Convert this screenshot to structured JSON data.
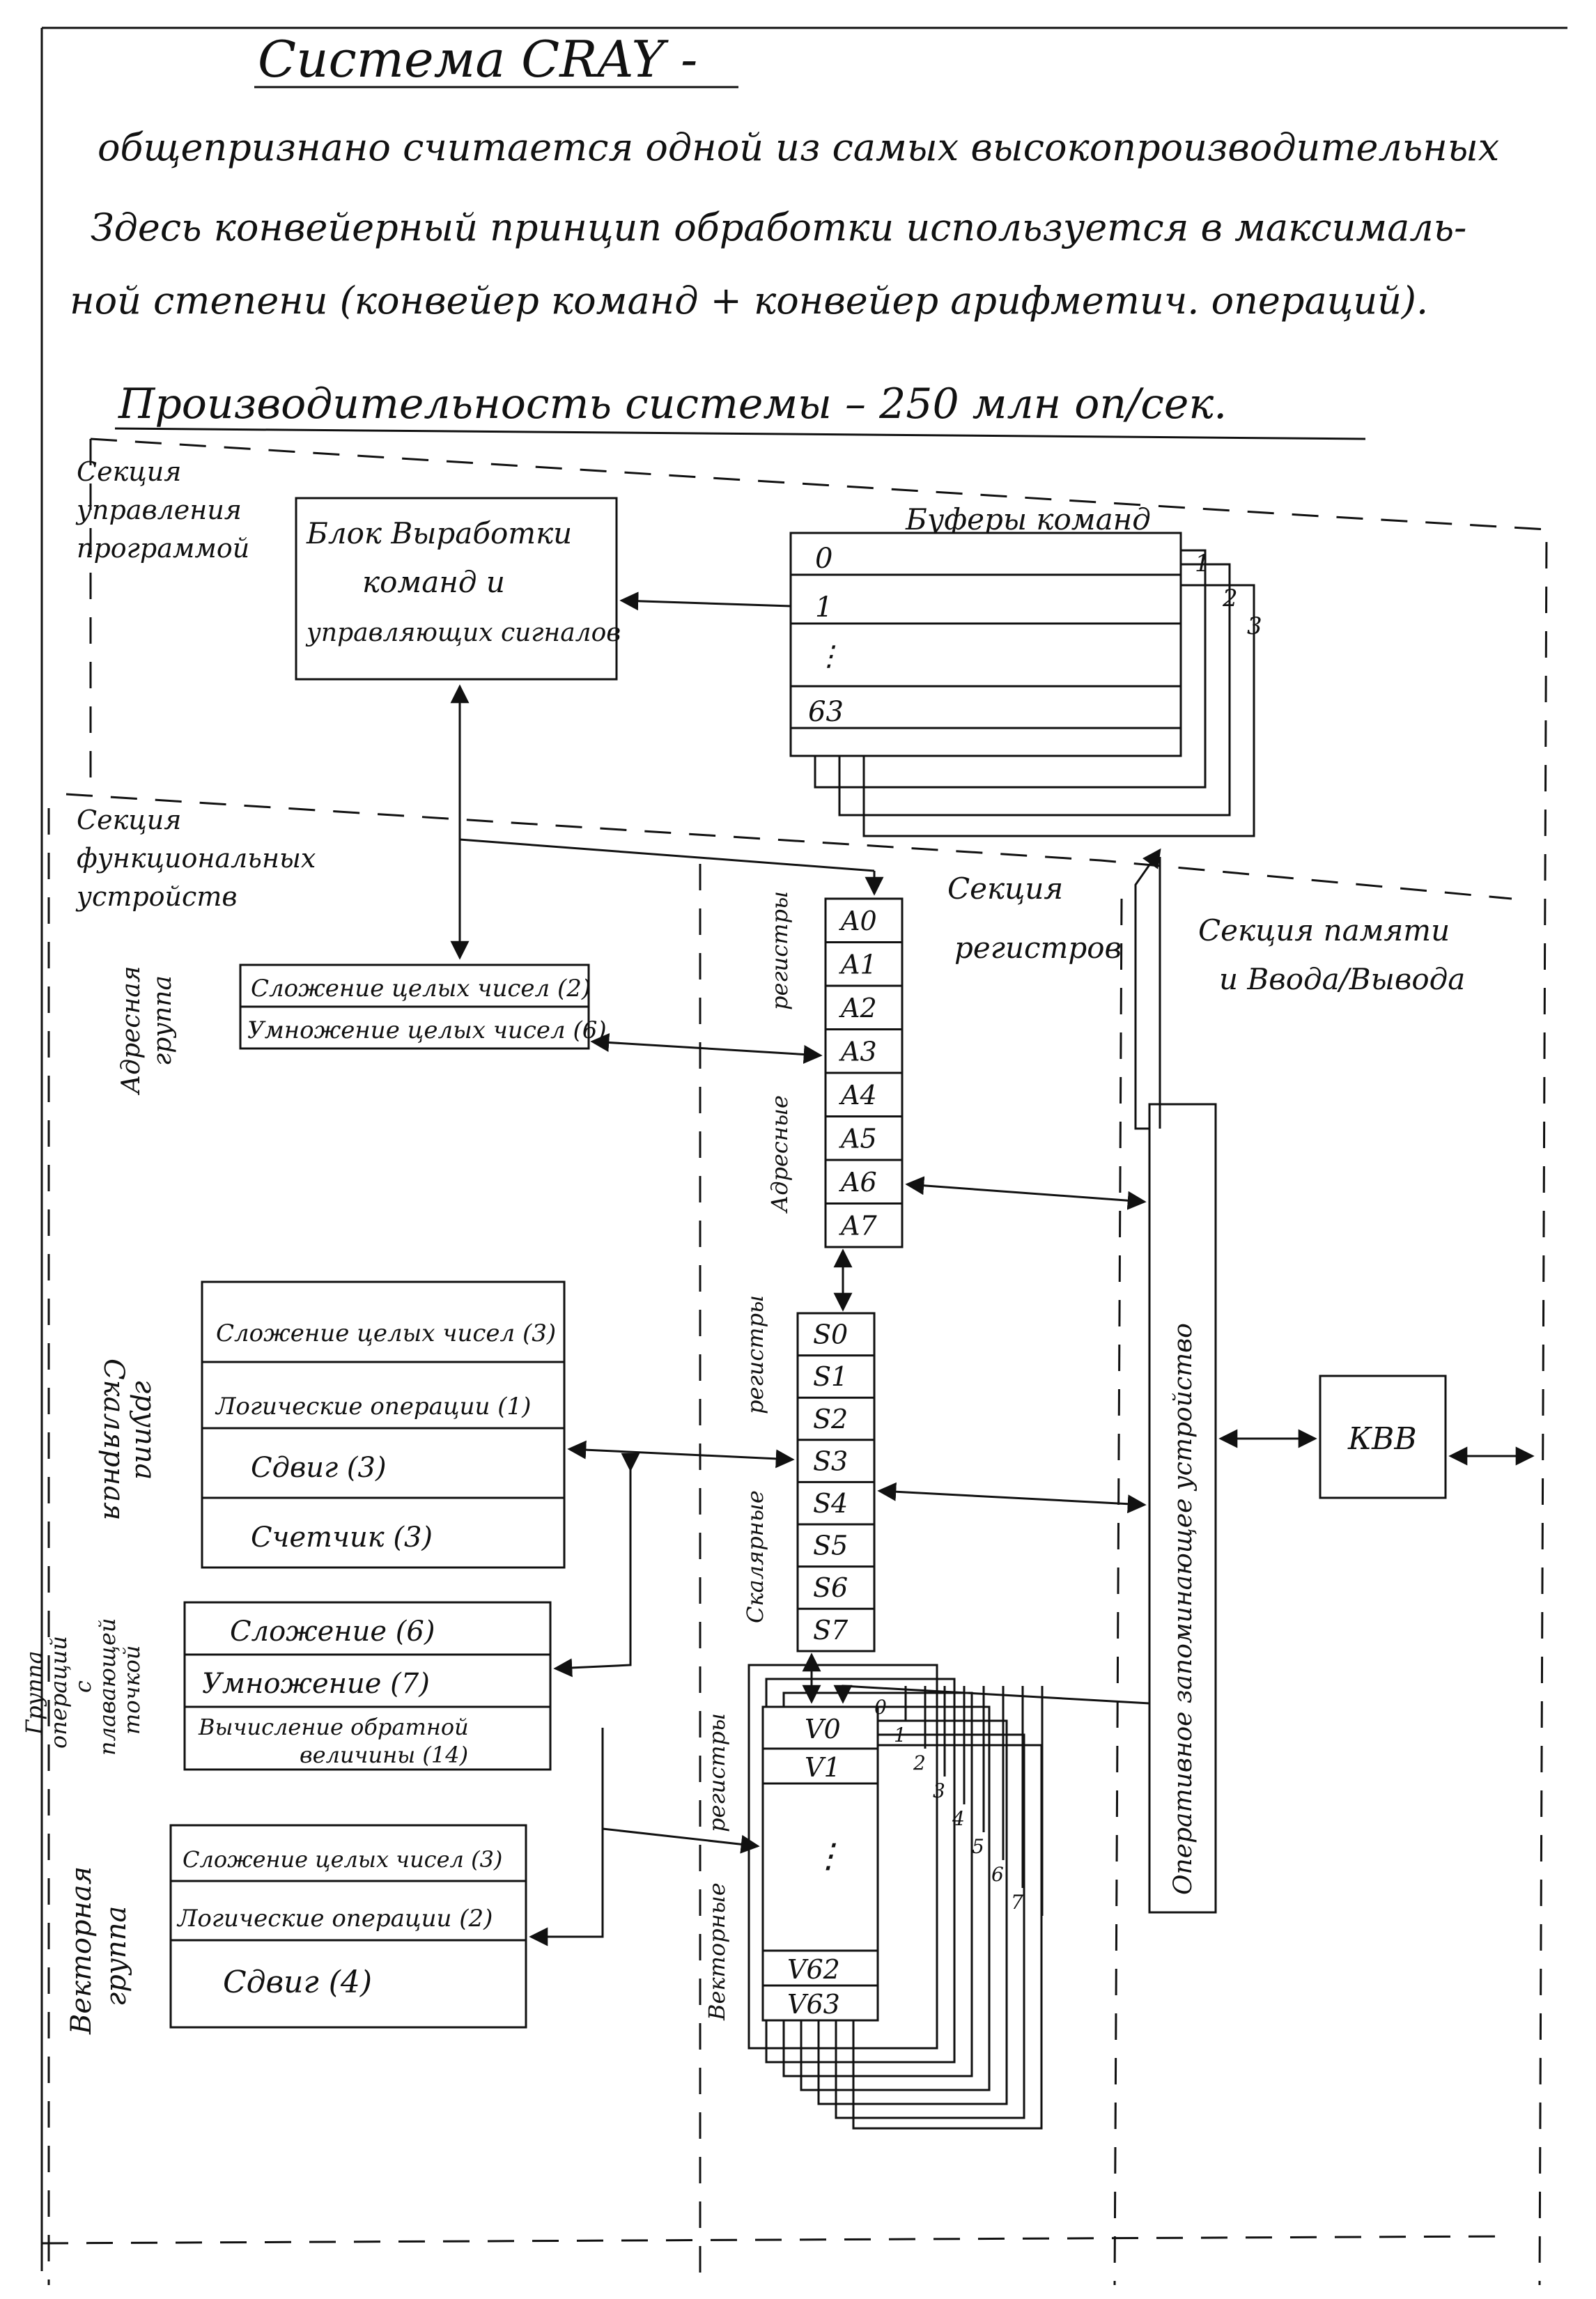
{
  "title": "Система   CRAY  -",
  "intro_lines": [
    "общепризнано считается одной из самых высокопроизводительных",
    "Здесь конвейерный принцип обработки используется в максималь-",
    "ной степени (конвейер команд + конвейер арифметич. операций)."
  ],
  "performance": "Производительность системы – 250 млн оп/сек.",
  "sections": {
    "program_control": [
      "Секция",
      "управления",
      "программой"
    ],
    "functional_units": [
      "Секция",
      "функциональных",
      "устройств"
    ],
    "registers": [
      "Секция",
      "регистров"
    ],
    "memory_io": [
      "Секция памяти",
      "и Ввода/Вывода"
    ]
  },
  "control_block": [
    "Блок  Выработки",
    "команд   и",
    "управляющих сигналов"
  ],
  "instruction_buffers": {
    "title": "Буферы команд",
    "rows": [
      "0",
      "1",
      "⋮",
      "63"
    ],
    "buffer_numbers": [
      "1",
      "2",
      "3"
    ]
  },
  "groups": {
    "address": {
      "label": [
        "Адресная",
        "группа"
      ],
      "units": [
        "Сложение целых чисел (2)",
        "Умножение целых чисел (6)"
      ]
    },
    "scalar": {
      "label": [
        "Скалярная",
        "группа"
      ],
      "units": [
        "Сложение целых чисел (3)",
        "Логические операции (1)",
        "Сдвиг   (3)",
        "Счетчик   (3)"
      ]
    },
    "floating": {
      "label": [
        "Группа",
        "операций",
        "с",
        "плавающей",
        "точкой"
      ],
      "units": [
        "Сложение   (6)",
        "Умножение  (7)",
        "Вычисление обратной",
        "величины (14)"
      ]
    },
    "vector": {
      "label": [
        "Векторная",
        "группа"
      ],
      "units": [
        "Сложение целых чисел (3)",
        "Логические операции (2)",
        "Сдвиг   (4)"
      ]
    }
  },
  "address_registers": {
    "label": [
      "Адресные",
      "регистры"
    ],
    "cells": [
      "A0",
      "A1",
      "A2",
      "A3",
      "A4",
      "A5",
      "A6",
      "A7"
    ]
  },
  "scalar_registers": {
    "label": [
      "Скалярные",
      "регистры"
    ],
    "cells": [
      "S0",
      "S1",
      "S2",
      "S3",
      "S4",
      "S5",
      "S6",
      "S7"
    ]
  },
  "vector_registers": {
    "label": [
      "Векторные",
      "регистры"
    ],
    "cells": [
      "V0",
      "V1",
      "⋮",
      "V62",
      "V63"
    ],
    "bank_numbers": [
      "0",
      "1",
      "2",
      "3",
      "4",
      "5",
      "6",
      "7"
    ]
  },
  "memory": "Оперативное  запоминающее  устройство",
  "kvv": "КВВ"
}
